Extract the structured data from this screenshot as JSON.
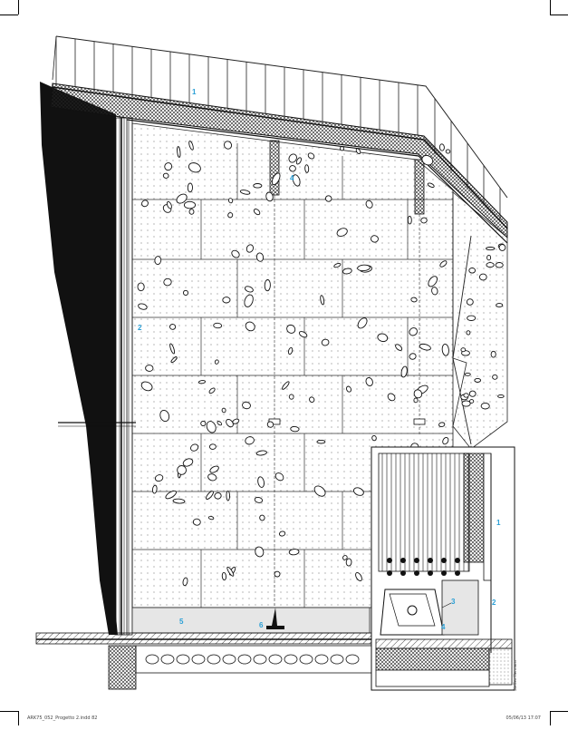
{
  "drawing": {
    "callouts": {
      "c1": "1",
      "c2": "2",
      "c4": "4",
      "c5": "5",
      "c6": "6",
      "d1": "1",
      "d2": "2",
      "d3": "3",
      "d4": "4"
    },
    "accent_color": "#2a9fd6",
    "credit": "Steffen Hermann"
  },
  "footer": {
    "left": "ARK75_052_Progetto 2.indd   82",
    "right": "05/06/13   17:07"
  }
}
